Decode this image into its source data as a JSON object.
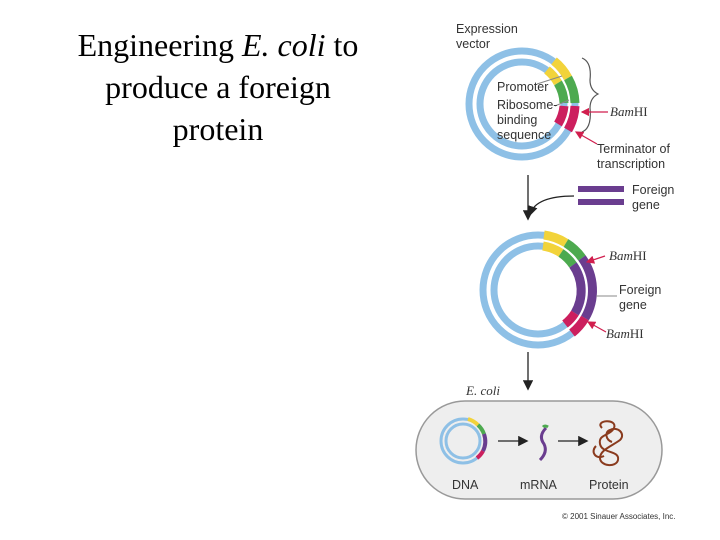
{
  "title": {
    "line1_pre": "Engineering ",
    "line1_italic": "E. coli",
    "line1_post": " to",
    "line2": "produce a foreign",
    "line3": "protein"
  },
  "labels": {
    "expression_vector_1": "Expression",
    "expression_vector_2": "vector",
    "promoter": "Promoter",
    "rbs_1": "Ribosome-",
    "rbs_2": "binding",
    "rbs_3": "sequence",
    "bamhi_italic": "Bam",
    "bamhi_roman": "HI",
    "terminator_1": "Terminator of",
    "terminator_2": "transcription",
    "foreign_gene_1": "Foreign",
    "foreign_gene_2": "gene",
    "ecoli": "E. coli",
    "dna": "DNA",
    "mrna": "mRNA",
    "protein": "Protein",
    "copyright": "© 2001 Sinauer Associates, Inc."
  },
  "colors": {
    "vector_blue": "#8ec0e6",
    "promoter_yellow": "#f2d33a",
    "rbs_green": "#4daa4f",
    "terminator_magenta": "#cc1f5e",
    "foreign_purple": "#6a3d8f",
    "protein_brown": "#8a3b1e",
    "cell_fill": "#eeeeee",
    "cell_border": "#999999",
    "arrow": "#222222",
    "label_red_arrow": "#d11f4e"
  }
}
